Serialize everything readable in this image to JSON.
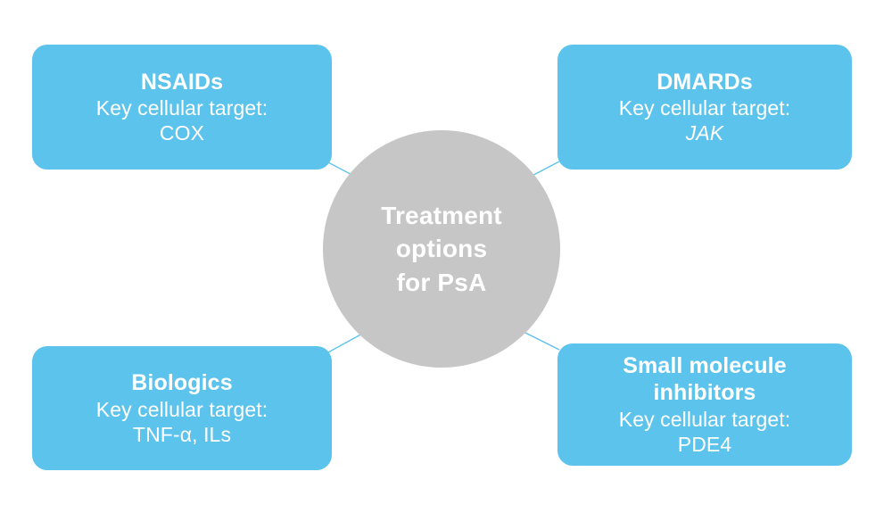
{
  "diagram": {
    "title": "Treatment options for PsA",
    "type": "hub-and-spoke",
    "background_color": "#ffffff",
    "node_color": "#5cc3ec",
    "hub_color": "#c6c6c6",
    "text_color": "#ffffff",
    "connector_color": "#5cc3ec",
    "center": {
      "line1": "Treatment",
      "line2": "options",
      "line3": "for PsA"
    },
    "label_prefix": "Key cellular target:",
    "nodes": [
      {
        "id": "nsaids",
        "title": "NSAIDs",
        "subtitle": "Key cellular target:",
        "target": "COX",
        "target_style": "normal",
        "position": "top-left"
      },
      {
        "id": "dmards",
        "title": "DMARDs",
        "subtitle": "Key cellular target:",
        "target": "JAK",
        "target_style": "italic",
        "position": "top-right"
      },
      {
        "id": "biologics",
        "title": "Biologics",
        "subtitle": "Key cellular target:",
        "target": "TNF-α, ILs",
        "target_style": "normal",
        "position": "bottom-left"
      },
      {
        "id": "small-molecule-inhibitors",
        "title_line1": "Small molecule",
        "title_line2": "inhibitors",
        "subtitle": "Key cellular target:",
        "target": "PDE4",
        "target_style": "normal",
        "position": "bottom-right"
      }
    ]
  }
}
